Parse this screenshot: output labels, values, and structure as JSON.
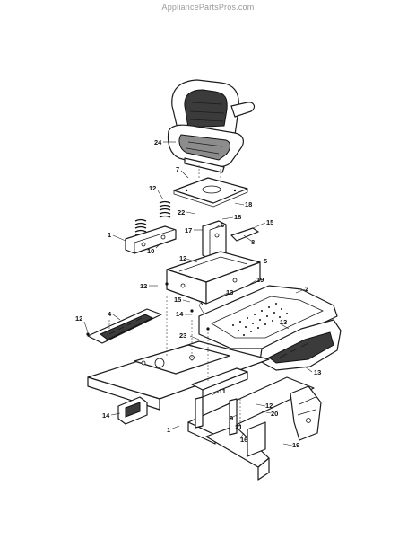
{
  "header": {
    "watermark": "AppliancePartsPros.com"
  },
  "callouts": {
    "c24": "24",
    "c7": "7",
    "c12a": "12",
    "c18a": "18",
    "c22": "22",
    "c18b": "18",
    "c17": "17",
    "c6": "6",
    "c15": "15",
    "c8": "8",
    "c1a": "1",
    "c10": "10",
    "c12b": "12",
    "c5": "5",
    "c12c": "12",
    "c19a": "19",
    "c2": "2",
    "c13a": "13",
    "c15b": "15",
    "c14a": "14",
    "c3": "3",
    "c4": "4",
    "c13b": "13",
    "c23": "23",
    "c13c": "13",
    "c11": "11",
    "c12d": "12",
    "c20": "20",
    "c9": "9",
    "c21": "21",
    "c14b": "14",
    "c1b": "1",
    "c16": "16",
    "c19b": "19"
  }
}
